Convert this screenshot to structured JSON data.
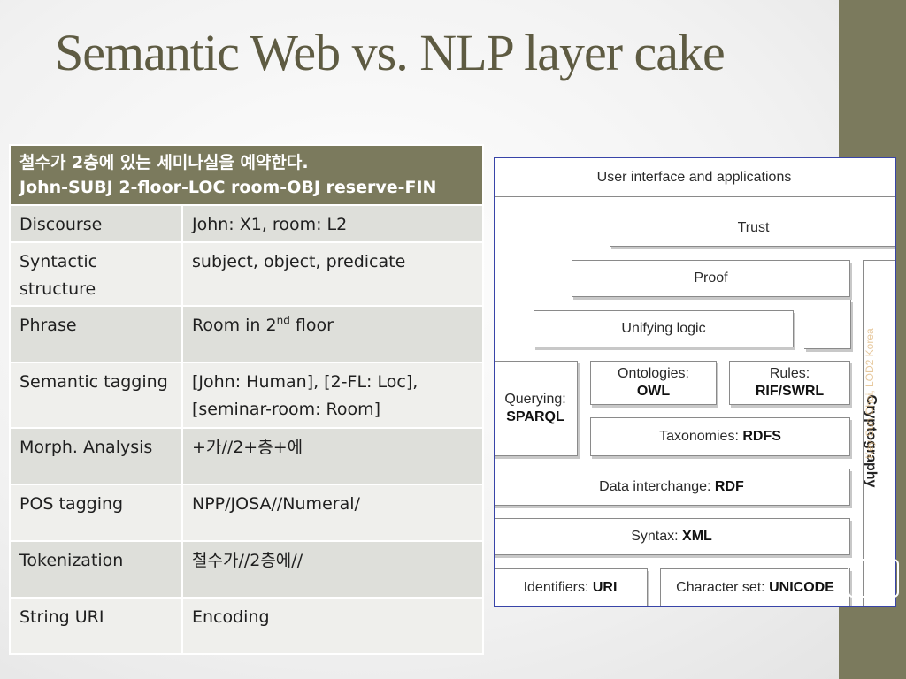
{
  "slide": {
    "title": "Semantic Web vs. NLP layer cake",
    "accent_color": "#7b7a5d",
    "title_color": "#5e5b42"
  },
  "table": {
    "header_line1": "철수가 2층에 있는 세미나실을 예약한다.",
    "header_line2": "John-SUBJ 2-floor-LOC room-OBJ reserve-FIN",
    "rows": [
      {
        "layer": "Discourse",
        "example": "John: X1, room: L2"
      },
      {
        "layer": "Syntactic structure",
        "example": "subject, object, predicate"
      },
      {
        "layer": "Phrase",
        "example_prefix": "Room in 2",
        "example_sup": "nd",
        "example_suffix": " floor"
      },
      {
        "layer": "Semantic tagging",
        "example": "[John: Human], [2-FL: Loc], [seminar-room: Room]"
      },
      {
        "layer": "Morph. Analysis",
        "example": "+가//2+층+에"
      },
      {
        "layer": "POS tagging",
        "example": "NPP/JOSA//Numeral/"
      },
      {
        "layer": "Tokenization",
        "example": "철수가//2층에//"
      },
      {
        "layer": "String URI",
        "example": "Encoding"
      }
    ]
  },
  "cake": {
    "user_interface": "User interface and applications",
    "trust": "Trust",
    "proof": "Proof",
    "unifying_logic": "Unifying logic",
    "querying_label": "Querying:",
    "querying_value": "SPARQL",
    "ontologies_label": "Ontologies:",
    "ontologies_value": "OWL",
    "rules_label": "Rules:",
    "rules_value": "RIF/SWRL",
    "taxonomies_label": "Taxonomies: ",
    "taxonomies_value": "RDFS",
    "data_interchange_label": "Data interchange: ",
    "data_interchange_value": "RDF",
    "syntax_label": "Syntax: ",
    "syntax_value": "XML",
    "identifiers_label": "Identifiers: ",
    "identifiers_value": "URI",
    "charset_label": "Character set: ",
    "charset_value": "UNICODE",
    "cryptography": "Cryptography"
  },
  "watermark": "Key-Sun Choi, LOD2 Korea"
}
